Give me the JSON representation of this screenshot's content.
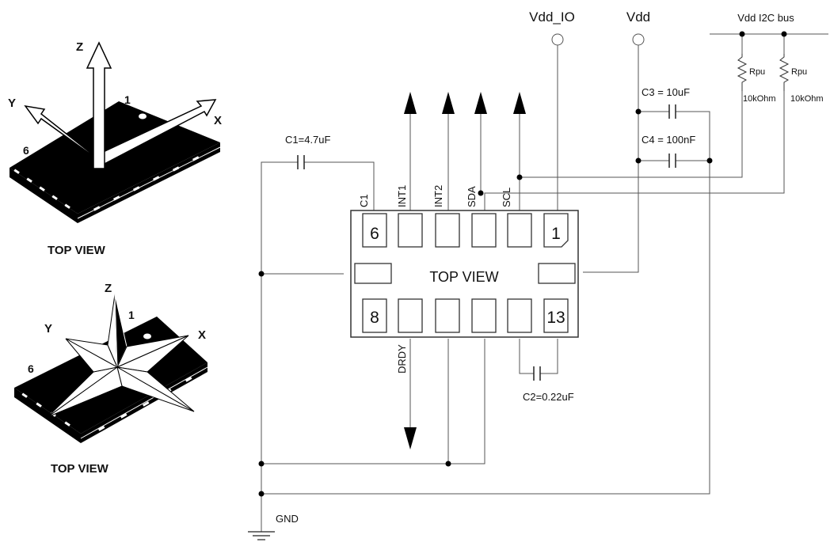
{
  "views": {
    "top": {
      "axis_x": "X",
      "axis_y": "Y",
      "axis_z": "Z",
      "pin_1": "1",
      "pin_6": "6",
      "caption": "TOP VIEW"
    },
    "bottom": {
      "axis_x": "X",
      "axis_y": "Y",
      "axis_z": "Z",
      "pin_1": "1",
      "pin_6": "6",
      "caption": "TOP VIEW"
    }
  },
  "schematic": {
    "chip_label": "TOP VIEW",
    "pins": {
      "p6": "6",
      "p1": "1",
      "p8": "8",
      "p13": "13"
    },
    "signals": {
      "c1": "C1",
      "int1": "INT1",
      "int2": "INT2",
      "sda": "SDA",
      "scl": "SCL",
      "drdy": "DRDY"
    },
    "supplies": {
      "vdd_io": "Vdd_IO",
      "vdd": "Vdd",
      "i2c_bus": "Vdd I2C bus",
      "gnd": "GND"
    },
    "components": {
      "c1": "C1=4.7uF",
      "c2": "C2=0.22uF",
      "c3": "C3 = 10uF",
      "c4": "C4 = 100nF",
      "rpu1_name": "Rpu",
      "rpu1_value": "10kOhm",
      "rpu2_name": "Rpu",
      "rpu2_value": "10kOhm"
    }
  }
}
